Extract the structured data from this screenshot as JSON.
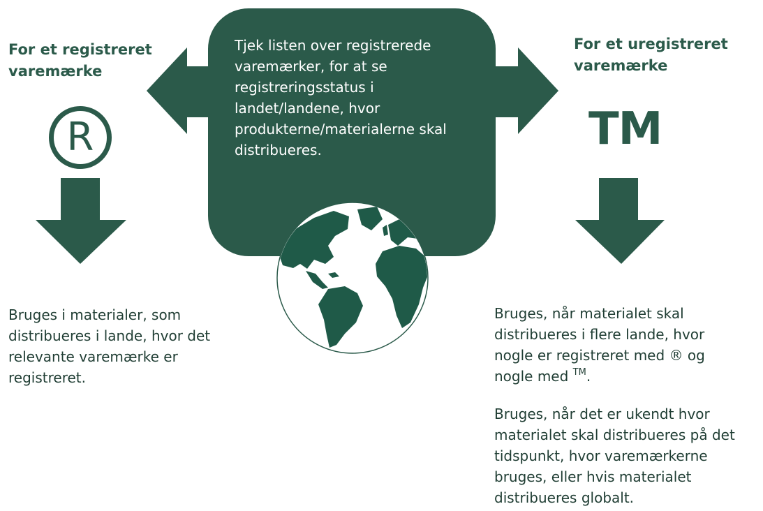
{
  "colors": {
    "brand_green": "#2b5a4a",
    "background": "#ffffff"
  },
  "left": {
    "heading": "For et registreret varemærke",
    "symbol": "R",
    "symbol_icon": "registered-trademark-icon",
    "text": "Bruges i materialer, som distribueres i lande, hvor det relevante varemærke er registreret."
  },
  "center": {
    "text": "Tjek listen over registrerede varemærker, for at se registreringsstatus i landet/landene, hvor produkterne/materialerne skal distribueres.",
    "icon": "globe-icon"
  },
  "right": {
    "heading": "For et uregistreret varemærke",
    "symbol": "TM",
    "symbol_icon": "trademark-icon",
    "text1_pre": "Bruges, når materialet skal distribueres i flere lande, hvor nogle er registreret med",
    "text1_reg": "®",
    "text1_mid": "og nogle med",
    "text1_tm": "TM",
    "text1_end": ".",
    "text2": "Bruges, når det er ukendt hvor materialet skal distribueres på det tidspunkt, hvor varemærkerne bruges, eller hvis materialet distribueres globalt."
  }
}
